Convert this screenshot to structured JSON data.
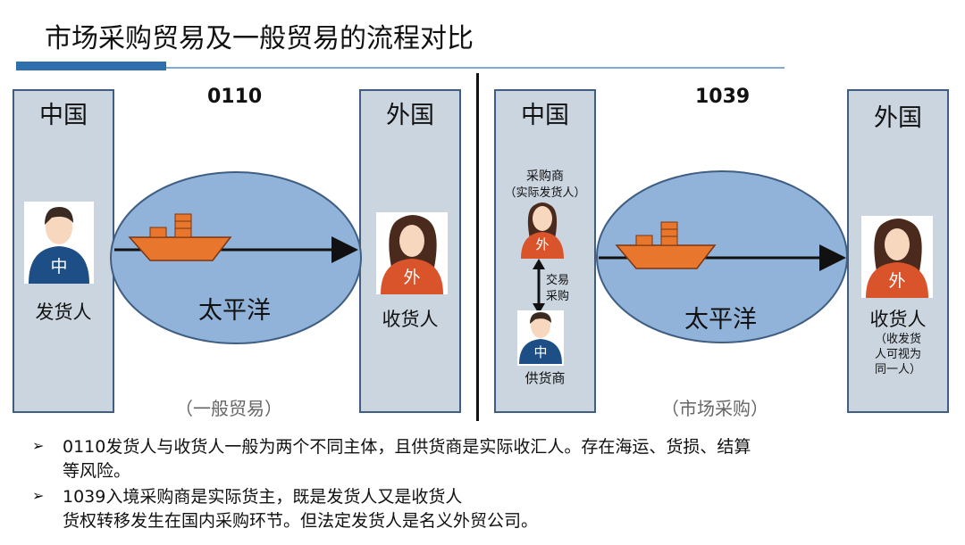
{
  "slide": {
    "title": "市场采购贸易及一般贸易的流程对比"
  },
  "left": {
    "code": "0110",
    "panel_left_title": "中国",
    "panel_right_title": "外国",
    "sender_label": "发货人",
    "sender_badge": "中",
    "receiver_label": "收货人",
    "receiver_badge": "外",
    "ocean_label": "太平洋",
    "caption": "（一般贸易）"
  },
  "right": {
    "code": "1039",
    "panel_left_title": "中国",
    "panel_right_title": "外国",
    "buyer_label": "采购商",
    "buyer_sub": "（实际发货人）",
    "buyer_badge": "外",
    "trade_label_1": "交易",
    "trade_label_2": "采购",
    "supplier_label": "供货商",
    "supplier_badge": "中",
    "receiver_label": "收货人",
    "receiver_badge": "外",
    "receiver_note": [
      "（收发货",
      "人可视为",
      "同一人）"
    ],
    "ocean_label": "太平洋",
    "caption": "（市场采购）"
  },
  "notes": [
    {
      "bullet": "➢",
      "lines": [
        "0110发货人与收货人一般为两个不同主体，且供货商是实际收汇人。存在海运、货损、结算",
        "等风险。"
      ]
    },
    {
      "bullet": "➢",
      "lines": [
        "1039入境采购商是实际货主，既是发货人又是收货人",
        "货权转移发生在国内采购环节。但法定发货人是名义外贸公司。"
      ]
    }
  ],
  "colors": {
    "panel_fill": "#cbd5e0",
    "panel_border": "#3f5e82",
    "ocean_fill": "#91b3d9",
    "ship_fill": "#e8762d",
    "chinese_person_shirt": "#1d4f86",
    "foreign_person_shirt": "#d9532b",
    "title_bar": "#2f6fae"
  }
}
